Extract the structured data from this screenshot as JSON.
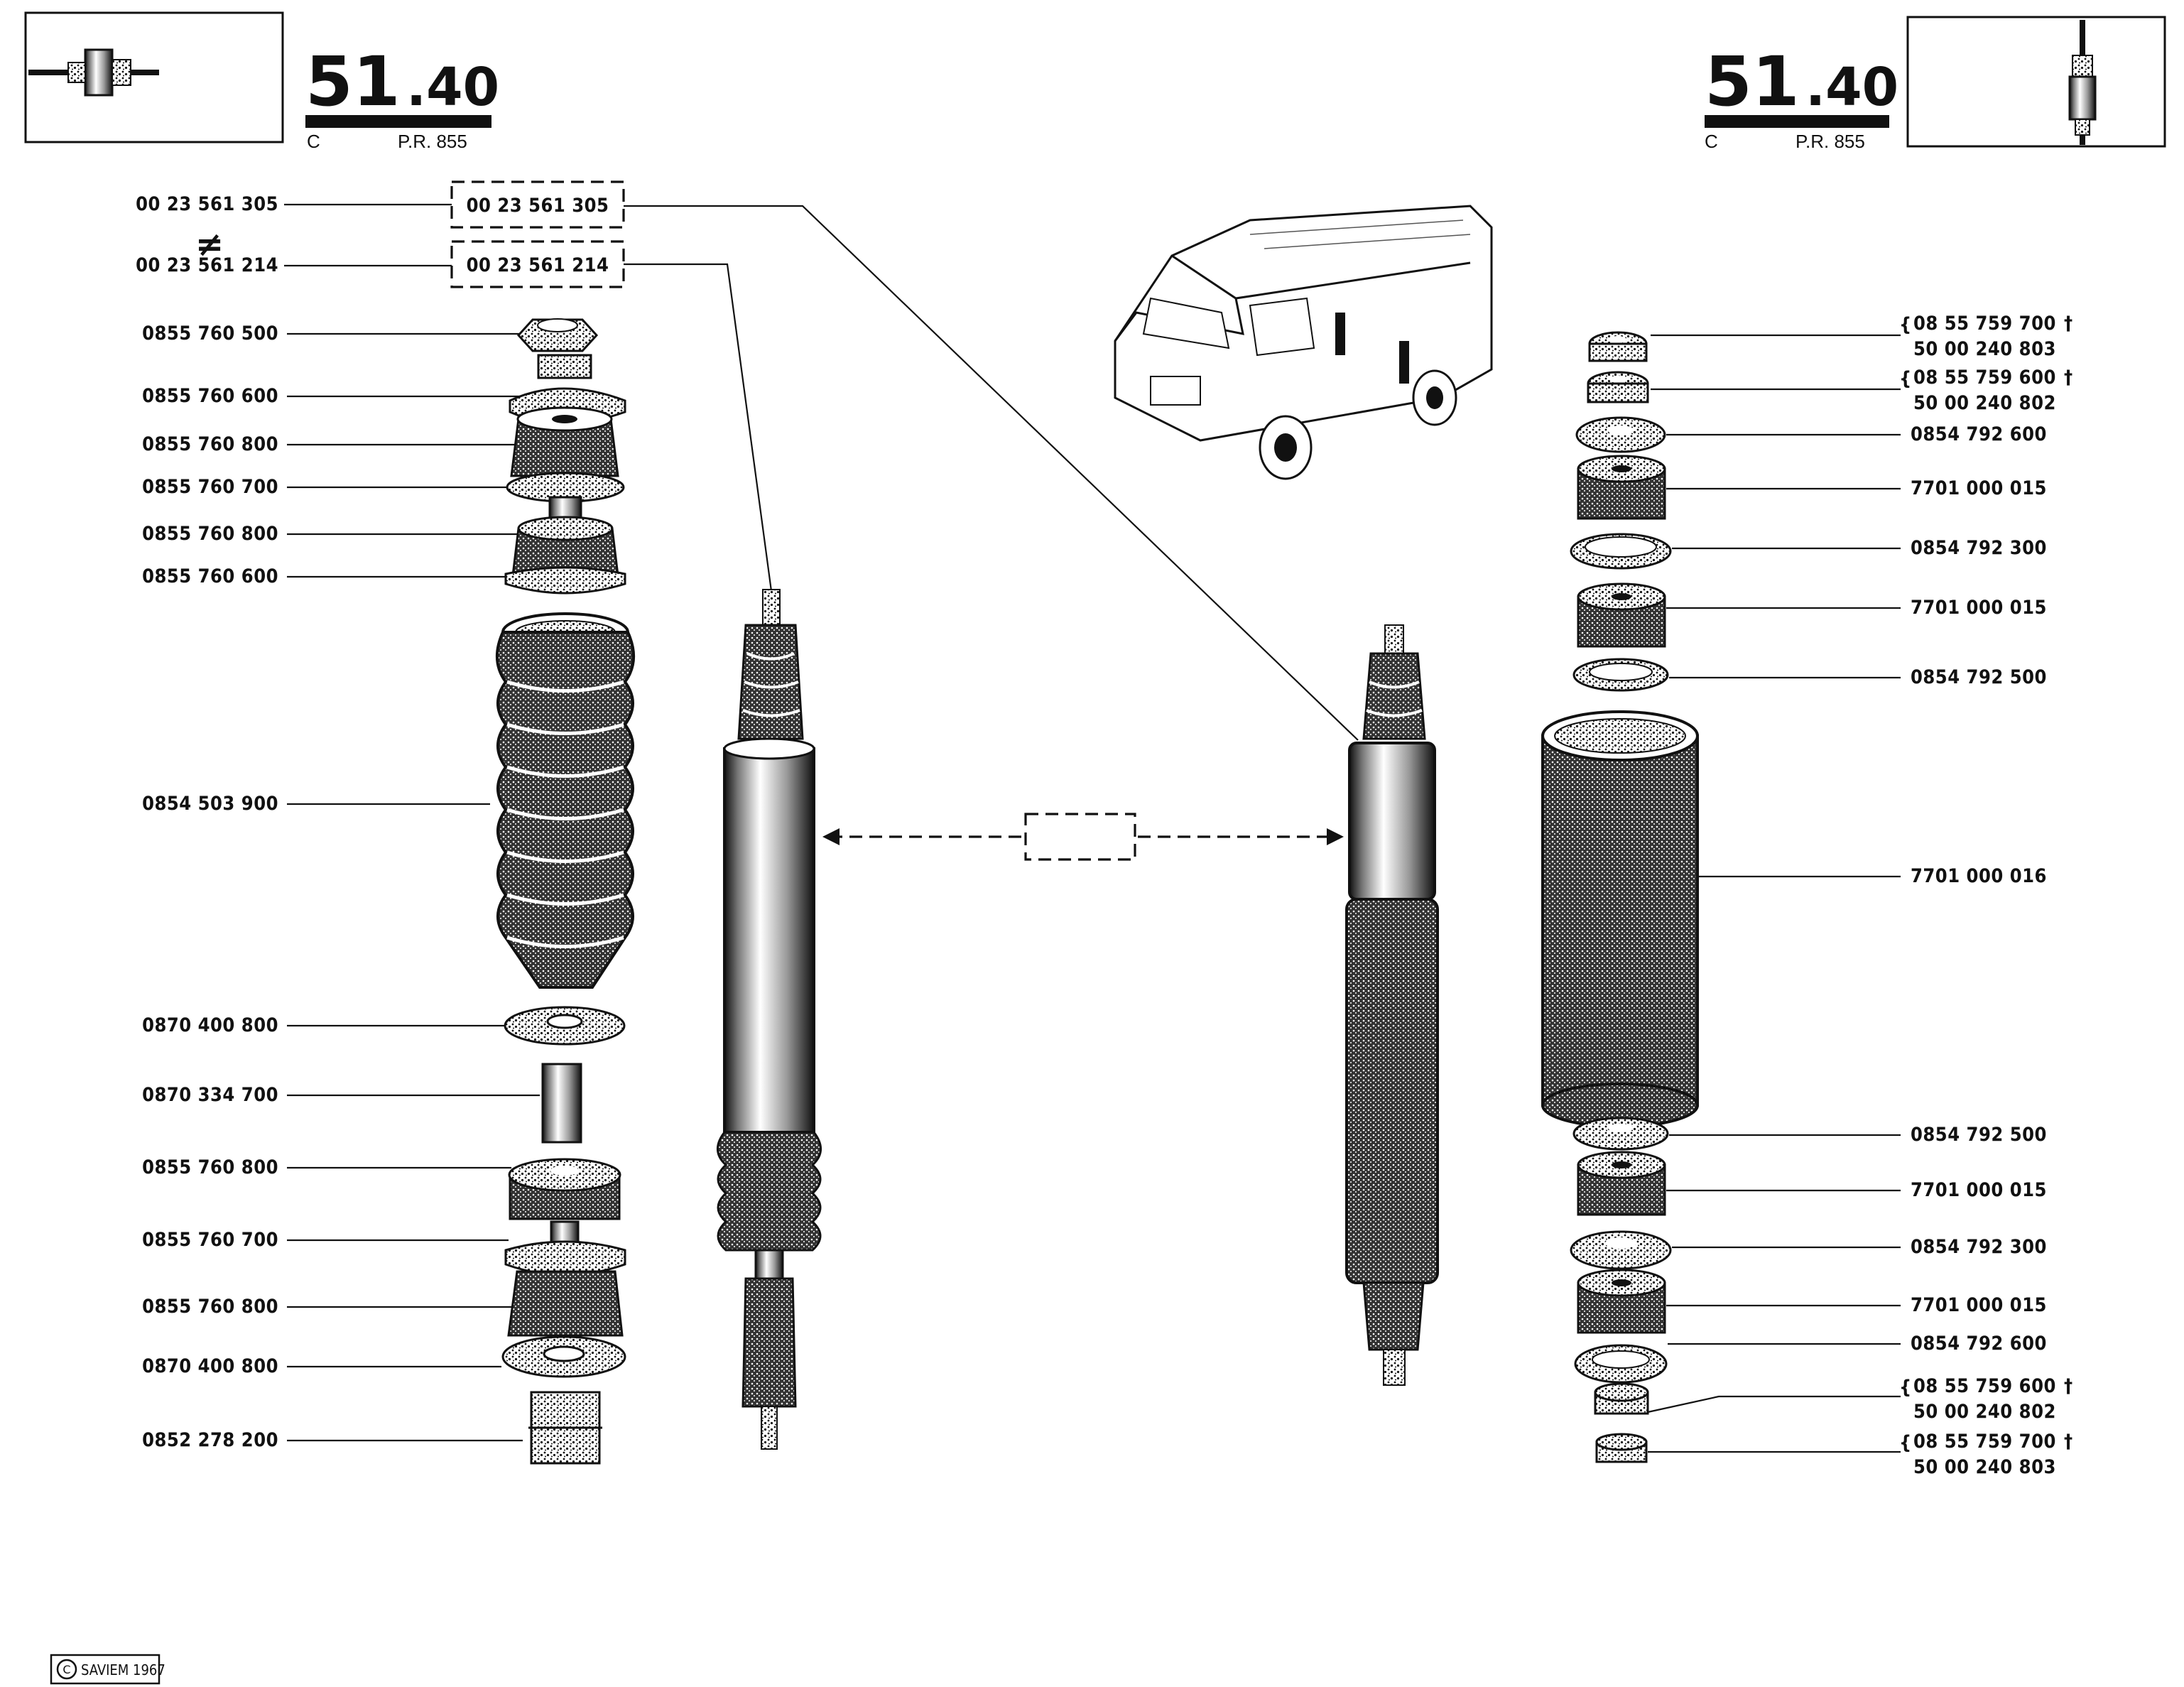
{
  "header": {
    "section_major": "51",
    "section_minor": ".40",
    "variant": "C",
    "reference": "P.R. 855"
  },
  "copyright": "SAVIEM 1967",
  "left_column": {
    "items": [
      {
        "part": "00 23 561 305",
        "boxed": true
      },
      {
        "part": "00 23 561 214",
        "boxed": true
      },
      {
        "part": "0855 760 500"
      },
      {
        "part": "0855 760 600"
      },
      {
        "part": "0855 760 800"
      },
      {
        "part": "0855 760 700"
      },
      {
        "part": "0855 760 800"
      },
      {
        "part": "0855 760 600"
      },
      {
        "part": "0854 503 900"
      },
      {
        "part": "0870 400 800"
      },
      {
        "part": "0870 334 700"
      },
      {
        "part": "0855 760 800"
      },
      {
        "part": "0855 760 700"
      },
      {
        "part": "0855 760 800"
      },
      {
        "part": "0870 400 800"
      },
      {
        "part": "0852 278 200"
      }
    ],
    "not_equal_symbol": "≠"
  },
  "right_column": {
    "items": [
      {
        "part": "08 55 759 700",
        "dagger": "†",
        "alt": "50 00 240 803"
      },
      {
        "part": "08 55 759 600",
        "dagger": "†",
        "alt": "50 00 240 802"
      },
      {
        "part": "0854 792 600"
      },
      {
        "part": "7701 000 015"
      },
      {
        "part": "0854 792 300"
      },
      {
        "part": "7701 000 015"
      },
      {
        "part": "0854 792 500"
      },
      {
        "part": "7701 000 016"
      },
      {
        "part": "0854 792 500"
      },
      {
        "part": "7701 000 015"
      },
      {
        "part": "0854 792 300"
      },
      {
        "part": "7701 000 015"
      },
      {
        "part": "0854 792 600"
      },
      {
        "part": "08 55 759 600",
        "dagger": "†",
        "alt": "50 00 240 802"
      },
      {
        "part": "08 55 759 700",
        "dagger": "†",
        "alt": "50 00 240 803"
      }
    ]
  },
  "boxed_refs": [
    "00 23 561 305",
    "00 23 561 214"
  ],
  "icons": [
    "shock-absorber-thumbnail-icon",
    "van-illustration",
    "copyright-icon"
  ]
}
